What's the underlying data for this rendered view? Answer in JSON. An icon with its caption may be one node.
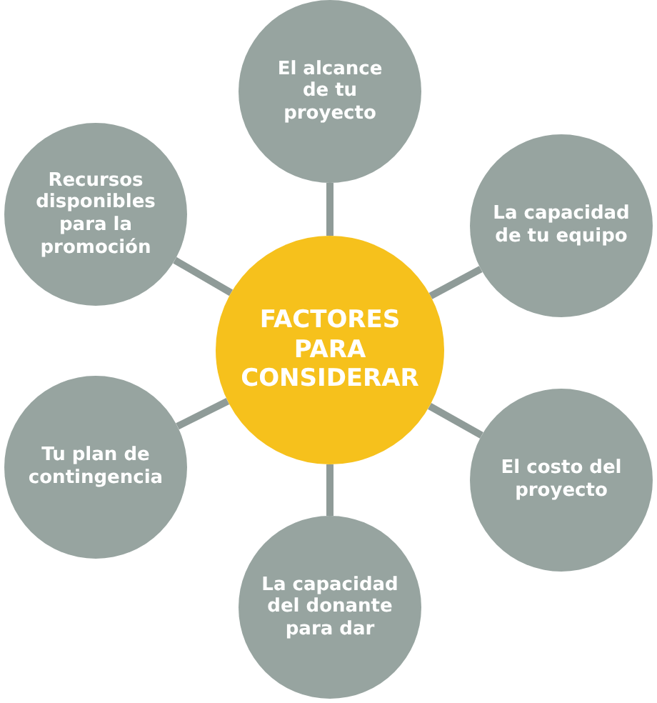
{
  "diagram": {
    "nodes": [
      {
        "text": [
          "FACTORES PARA CONSIDERAR"
        ]
      },
      {
        "text": [
          "El alcance de tu proyecto"
        ]
      },
      {
        "text": [
          "La capacidad de tu equipo"
        ]
      },
      {
        "text": [
          "El costo del proyecto"
        ]
      },
      {
        "text": [
          "La capacidad del donante para dar"
        ]
      },
      {
        "text": [
          "Tu plan de contingencia"
        ]
      },
      {
        "text": [
          "Recursos disponibles para la promoción"
        ]
      }
    ],
    "edges": [
      {
        "from": 0,
        "to": 1,
        "arrow": "none"
      },
      {
        "from": 0,
        "to": 2,
        "arrow": "none"
      },
      {
        "from": 0,
        "to": 3,
        "arrow": "none"
      },
      {
        "from": 0,
        "to": 4,
        "arrow": "none"
      },
      {
        "from": 0,
        "to": 5,
        "arrow": "none"
      },
      {
        "from": 0,
        "to": 6,
        "arrow": "none"
      }
    ]
  }
}
